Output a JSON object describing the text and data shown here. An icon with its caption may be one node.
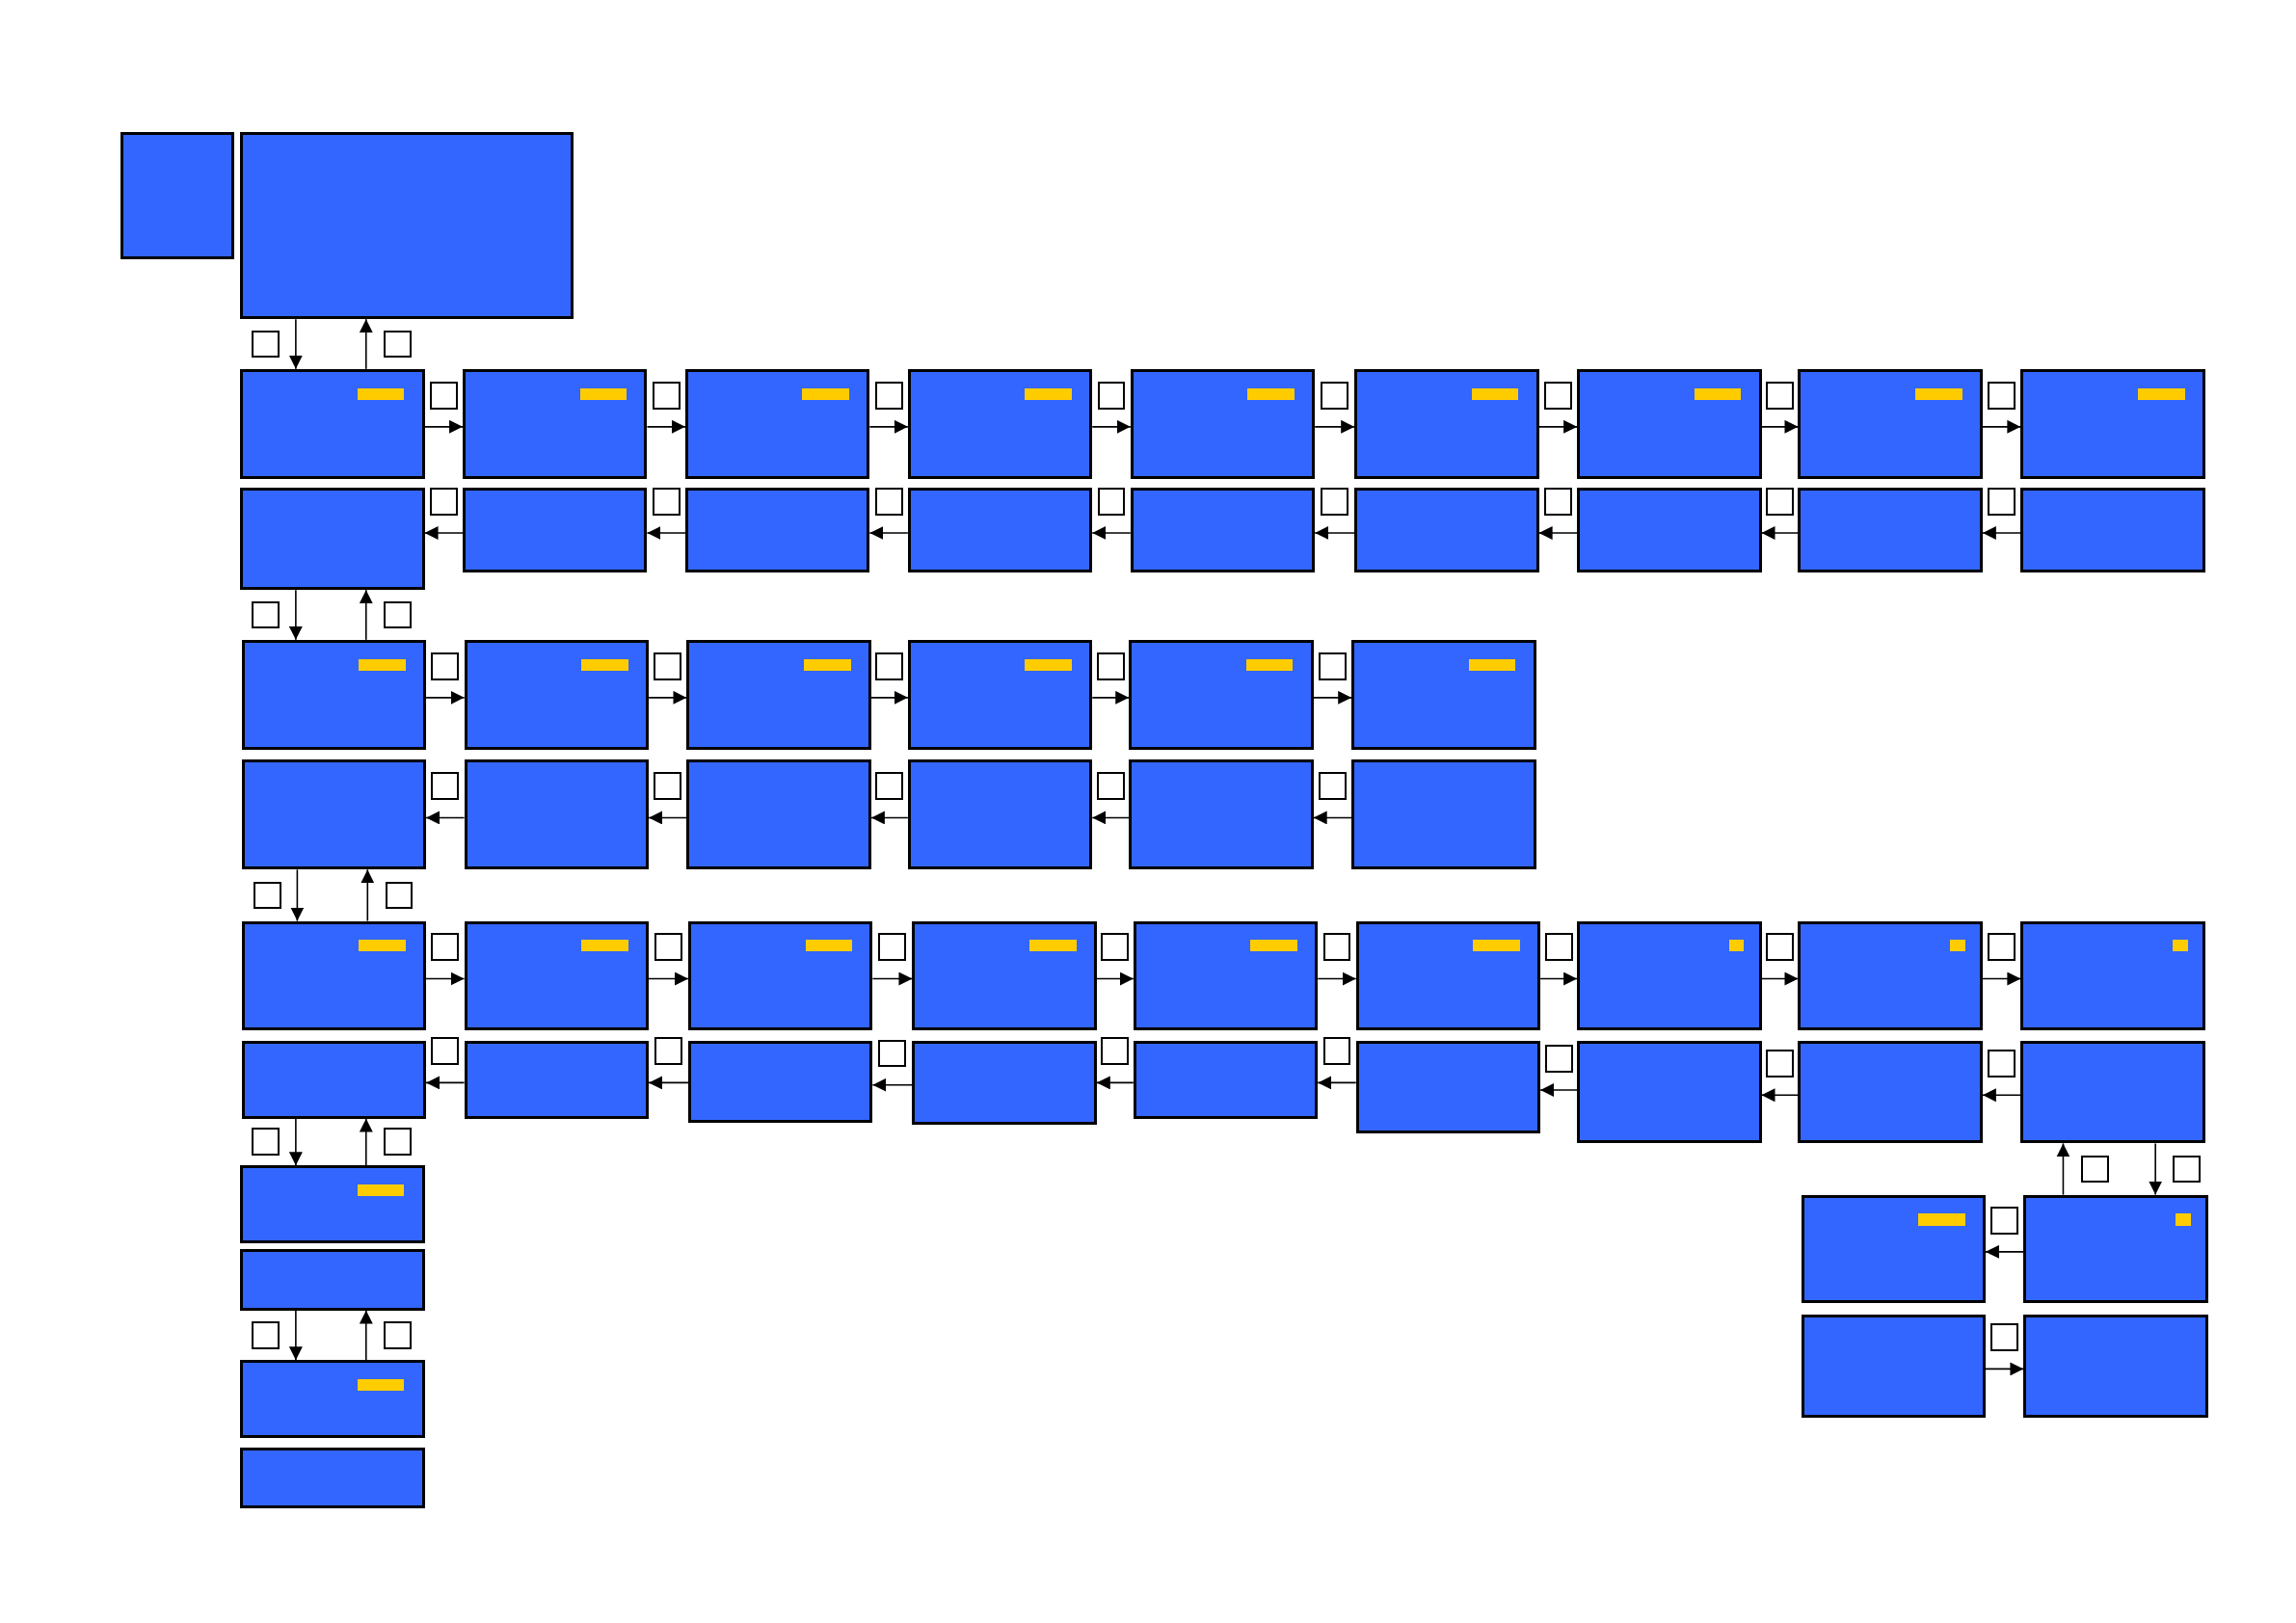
{
  "diagram": {
    "nodes": [
      {
        "text": [],
        "shape": "box"
      },
      {
        "text": [],
        "shape": "box"
      },
      {
        "text": [],
        "shape": "box"
      },
      {
        "text": [],
        "shape": "box"
      },
      {
        "text": [],
        "shape": "box"
      },
      {
        "text": [],
        "shape": "box"
      },
      {
        "text": [],
        "shape": "box"
      },
      {
        "text": [],
        "shape": "box"
      },
      {
        "text": [],
        "shape": "box"
      },
      {
        "text": [],
        "shape": "box"
      },
      {
        "text": [],
        "shape": "box"
      },
      {
        "text": [],
        "shape": "box"
      },
      {
        "text": [],
        "shape": "box"
      },
      {
        "text": [],
        "shape": "box"
      },
      {
        "text": [],
        "shape": "box"
      },
      {
        "text": [],
        "shape": "box"
      },
      {
        "text": [],
        "shape": "box"
      },
      {
        "text": [],
        "shape": "box"
      },
      {
        "text": [],
        "shape": "box"
      },
      {
        "text": [],
        "shape": "box"
      },
      {
        "text": [],
        "shape": "box"
      },
      {
        "text": [],
        "shape": "box"
      },
      {
        "text": [],
        "shape": "box"
      },
      {
        "text": [],
        "shape": "box"
      },
      {
        "text": [],
        "shape": "box"
      },
      {
        "text": [],
        "shape": "box"
      },
      {
        "text": [],
        "shape": "box"
      },
      {
        "text": [],
        "shape": "box"
      },
      {
        "text": [],
        "shape": "box"
      },
      {
        "text": [],
        "shape": "box"
      },
      {
        "text": [],
        "shape": "box"
      },
      {
        "text": [],
        "shape": "box"
      },
      {
        "text": [],
        "shape": "box"
      },
      {
        "text": [],
        "shape": "box"
      },
      {
        "text": [],
        "shape": "box"
      },
      {
        "text": [],
        "shape": "box"
      },
      {
        "text": [],
        "shape": "box"
      },
      {
        "text": [],
        "shape": "box"
      },
      {
        "text": [],
        "shape": "box"
      },
      {
        "text": [],
        "shape": "box"
      },
      {
        "text": [],
        "shape": "box"
      },
      {
        "text": [],
        "shape": "box"
      },
      {
        "text": [],
        "shape": "box"
      },
      {
        "text": [],
        "shape": "box"
      },
      {
        "text": [],
        "shape": "box"
      },
      {
        "text": [],
        "shape": "box"
      },
      {
        "text": [],
        "shape": "box"
      },
      {
        "text": [],
        "shape": "box"
      },
      {
        "text": [],
        "shape": "box"
      },
      {
        "text": [],
        "shape": "box"
      },
      {
        "text": [],
        "shape": "box"
      },
      {
        "text": [],
        "shape": "box"
      },
      {
        "text": [],
        "shape": "box"
      },
      {
        "text": [],
        "shape": "box"
      },
      {
        "text": [],
        "shape": "box"
      },
      {
        "text": [],
        "shape": "box"
      },
      {
        "text": [],
        "shape": "box"
      },
      {
        "text": [],
        "shape": "box"
      }
    ],
    "edges": [
      {
        "from": 1,
        "to": 2,
        "arrow": "to"
      },
      {
        "from": 2,
        "to": 1,
        "arrow": "to"
      },
      {
        "from": 2,
        "to": 3,
        "arrow": "to"
      },
      {
        "from": 3,
        "to": 4,
        "arrow": "to"
      },
      {
        "from": 4,
        "to": 5,
        "arrow": "to"
      },
      {
        "from": 5,
        "to": 6,
        "arrow": "to"
      },
      {
        "from": 6,
        "to": 7,
        "arrow": "to"
      },
      {
        "from": 7,
        "to": 8,
        "arrow": "to"
      },
      {
        "from": 8,
        "to": 9,
        "arrow": "to"
      },
      {
        "from": 9,
        "to": 10,
        "arrow": "to"
      },
      {
        "from": 19,
        "to": 18,
        "arrow": "to"
      },
      {
        "from": 18,
        "to": 17,
        "arrow": "to"
      },
      {
        "from": 17,
        "to": 16,
        "arrow": "to"
      },
      {
        "from": 16,
        "to": 15,
        "arrow": "to"
      },
      {
        "from": 15,
        "to": 14,
        "arrow": "to"
      },
      {
        "from": 14,
        "to": 13,
        "arrow": "to"
      },
      {
        "from": 13,
        "to": 12,
        "arrow": "to"
      },
      {
        "from": 12,
        "to": 11,
        "arrow": "to"
      },
      {
        "from": 11,
        "to": 20,
        "arrow": "to"
      },
      {
        "from": 20,
        "to": 11,
        "arrow": "to"
      },
      {
        "from": 20,
        "to": 21,
        "arrow": "to"
      },
      {
        "from": 21,
        "to": 22,
        "arrow": "to"
      },
      {
        "from": 22,
        "to": 23,
        "arrow": "to"
      },
      {
        "from": 23,
        "to": 24,
        "arrow": "to"
      },
      {
        "from": 24,
        "to": 25,
        "arrow": "to"
      },
      {
        "from": 31,
        "to": 30,
        "arrow": "to"
      },
      {
        "from": 30,
        "to": 29,
        "arrow": "to"
      },
      {
        "from": 29,
        "to": 28,
        "arrow": "to"
      },
      {
        "from": 28,
        "to": 27,
        "arrow": "to"
      },
      {
        "from": 27,
        "to": 26,
        "arrow": "to"
      },
      {
        "from": 26,
        "to": 32,
        "arrow": "to"
      },
      {
        "from": 32,
        "to": 26,
        "arrow": "to"
      },
      {
        "from": 32,
        "to": 33,
        "arrow": "to"
      },
      {
        "from": 33,
        "to": 34,
        "arrow": "to"
      },
      {
        "from": 34,
        "to": 35,
        "arrow": "to"
      },
      {
        "from": 35,
        "to": 36,
        "arrow": "to"
      },
      {
        "from": 36,
        "to": 37,
        "arrow": "to"
      },
      {
        "from": 37,
        "to": 38,
        "arrow": "to"
      },
      {
        "from": 38,
        "to": 39,
        "arrow": "to"
      },
      {
        "from": 39,
        "to": 40,
        "arrow": "to"
      },
      {
        "from": 49,
        "to": 48,
        "arrow": "to"
      },
      {
        "from": 48,
        "to": 47,
        "arrow": "to"
      },
      {
        "from": 47,
        "to": 46,
        "arrow": "to"
      },
      {
        "from": 46,
        "to": 45,
        "arrow": "to"
      },
      {
        "from": 45,
        "to": 44,
        "arrow": "to"
      },
      {
        "from": 44,
        "to": 43,
        "arrow": "to"
      },
      {
        "from": 43,
        "to": 42,
        "arrow": "to"
      },
      {
        "from": 42,
        "to": 41,
        "arrow": "to"
      },
      {
        "from": 41,
        "to": 50,
        "arrow": "to"
      },
      {
        "from": 50,
        "to": 41,
        "arrow": "to"
      },
      {
        "from": 52,
        "to": 49,
        "arrow": "to"
      },
      {
        "from": 49,
        "to": 52,
        "arrow": "to"
      },
      {
        "from": 52,
        "to": 51,
        "arrow": "to"
      },
      {
        "from": 53,
        "to": 56,
        "arrow": "to"
      },
      {
        "from": 56,
        "to": 53,
        "arrow": "to"
      },
      {
        "from": 54,
        "to": 55,
        "arrow": "to"
      }
    ]
  }
}
